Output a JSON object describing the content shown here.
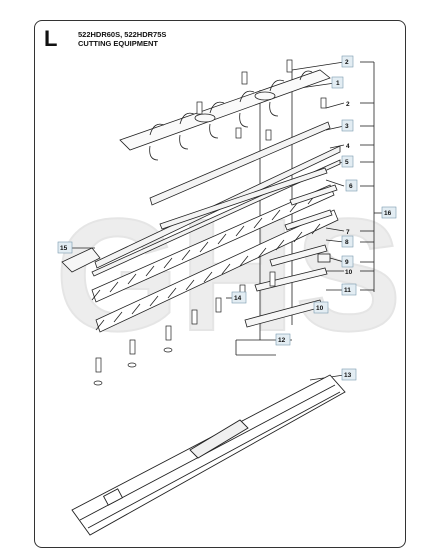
{
  "header": {
    "section_letter": "L",
    "model_line": "522HDR60S, 522HDR75S",
    "subtitle": "CUTTING EQUIPMENT"
  },
  "watermark": {
    "text": "GHS",
    "color": "#d9d9d9"
  },
  "callouts": [
    {
      "id": "c2a",
      "label": "2",
      "boxed": true
    },
    {
      "id": "c1",
      "label": "1",
      "boxed": true
    },
    {
      "id": "c2b",
      "label": "2",
      "boxed": false
    },
    {
      "id": "c3",
      "label": "3",
      "boxed": true
    },
    {
      "id": "c4",
      "label": "4",
      "boxed": false
    },
    {
      "id": "c5",
      "label": "5",
      "boxed": true
    },
    {
      "id": "c6",
      "label": "6",
      "boxed": true
    },
    {
      "id": "c16",
      "label": "16",
      "boxed": true
    },
    {
      "id": "c7",
      "label": "7",
      "boxed": false
    },
    {
      "id": "c8",
      "label": "8",
      "boxed": true
    },
    {
      "id": "c9",
      "label": "9",
      "boxed": true
    },
    {
      "id": "c10a",
      "label": "10",
      "boxed": false
    },
    {
      "id": "c11",
      "label": "11",
      "boxed": true
    },
    {
      "id": "c10b",
      "label": "10",
      "boxed": true
    },
    {
      "id": "c15",
      "label": "15",
      "boxed": true
    },
    {
      "id": "c14",
      "label": "14",
      "boxed": true
    },
    {
      "id": "c12",
      "label": "12",
      "boxed": true
    },
    {
      "id": "c13",
      "label": "13",
      "boxed": true
    }
  ],
  "colors": {
    "line": "#222222",
    "callout_box": "#e3edf3",
    "callout_border": "#7a9bb0"
  }
}
